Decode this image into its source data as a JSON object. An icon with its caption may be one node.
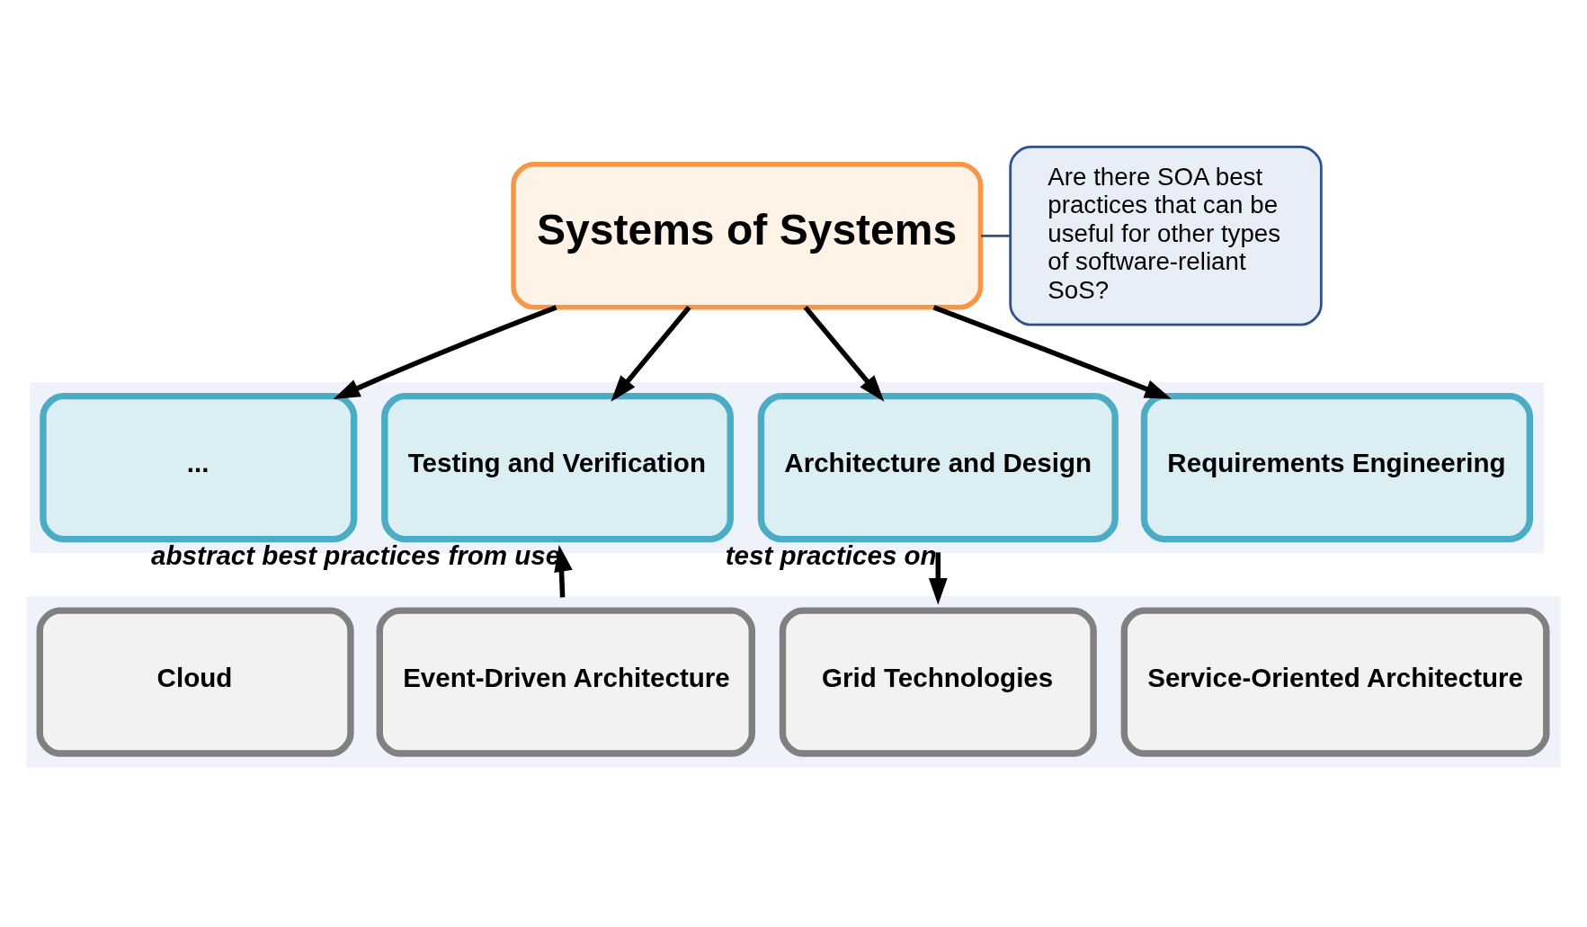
{
  "diagram": {
    "nodes": [
      {
        "text": [
          "Systems of Systems"
        ]
      },
      {
        "text": [
          "Are there SOA best practices that can be useful for other types of software-reliant SoS?"
        ]
      },
      {
        "text": [],
        "shape": "box"
      },
      {
        "text": [
          "Requirements Engineering"
        ],
        "in": 2
      },
      {
        "text": [
          "Architecture and Design"
        ],
        "in": 2
      },
      {
        "text": [
          "Testing and Verification"
        ],
        "in": 2
      },
      {
        "text": [
          "..."
        ],
        "in": 2
      },
      {
        "text": [],
        "shape": "box"
      },
      {
        "text": [
          "Service-Oriented Architecture"
        ],
        "in": 7
      },
      {
        "text": [
          "Grid Technologies"
        ],
        "in": 7
      },
      {
        "text": [
          "Event-Driven Architecture"
        ],
        "in": 7
      },
      {
        "text": [
          "Cloud"
        ],
        "in": 7
      }
    ],
    "edges": [
      {
        "from": 0,
        "to": 3,
        "arrow": "to"
      },
      {
        "from": 0,
        "to": 4,
        "arrow": "to"
      },
      {
        "from": 0,
        "to": 5,
        "arrow": "to"
      },
      {
        "from": 0,
        "to": 6,
        "arrow": "to"
      },
      {
        "from": 2,
        "to": 7,
        "arrow": "to",
        "label": "test practices on"
      },
      {
        "from": 7,
        "to": 2,
        "arrow": "to",
        "label": "abstract best practices from use"
      },
      {
        "from": 1,
        "to": 0,
        "arrow": "none",
        "color": "#2f4f8f"
      }
    ]
  }
}
